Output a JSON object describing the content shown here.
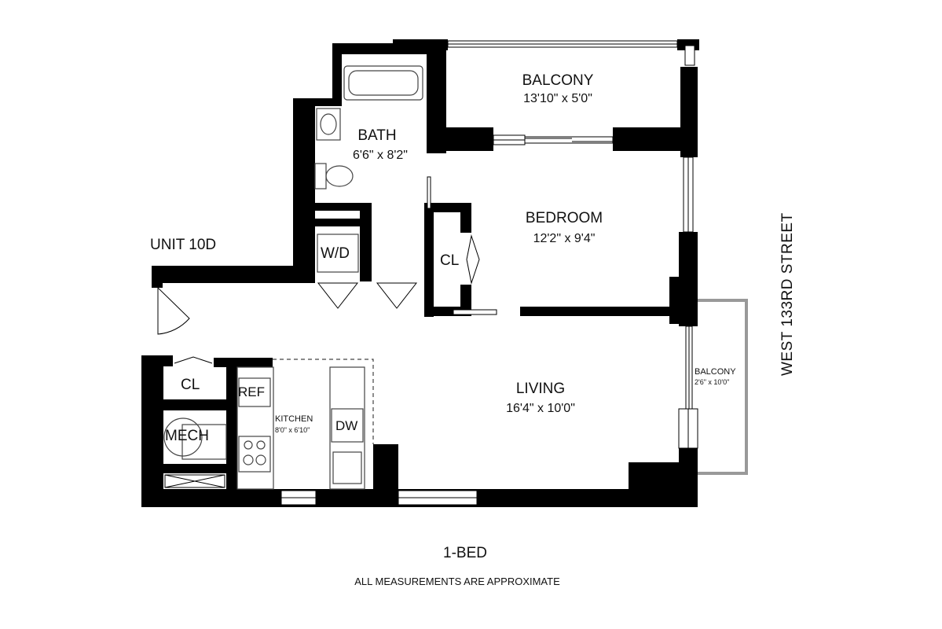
{
  "unit": "UNIT 10D",
  "street": "WEST 133RD STREET",
  "plan_type": "1-BED",
  "disclaimer": "ALL MEASUREMENTS ARE APPROXIMATE",
  "rooms": {
    "balcony_top": {
      "name": "BALCONY",
      "dims": "13'10\" x 5'0\""
    },
    "bath": {
      "name": "BATH",
      "dims": "6'6\" x 8'2\""
    },
    "bedroom": {
      "name": "BEDROOM",
      "dims": "12'2\" x 9'4\""
    },
    "living": {
      "name": "LIVING",
      "dims": "16'4\" x 10'0\""
    },
    "kitchen": {
      "name": "KITCHEN",
      "dims": "8'0\" x 6'10\""
    },
    "balcony_side": {
      "name": "BALCONY",
      "dims": "2'6\" x 10'0\""
    }
  },
  "fixtures": {
    "wd": "W/D",
    "closet_bedroom": "CL",
    "closet_entry": "CL",
    "mech": "MECH",
    "ref": "REF",
    "dw": "DW"
  },
  "colors": {
    "wall": "#000000",
    "balcony_rail": "#999999",
    "fixture_line": "#444444",
    "background": "#ffffff"
  }
}
